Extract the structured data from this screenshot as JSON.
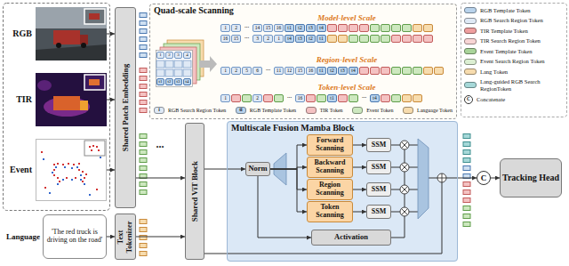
{
  "diagram": {
    "nodes": [
      {
        "text": [
          "RGB"
        ]
      },
      {
        "text": [
          "TIR"
        ]
      },
      {
        "text": [
          "Event"
        ]
      },
      {
        "text": [
          "Language",
          "'The red truck is driving on the road'"
        ]
      },
      {
        "text": [
          "Shared Patch Embedding"
        ]
      },
      {
        "text": [
          "Text Tokenizer"
        ]
      },
      {
        "text": [
          "Quad-scale Scanning"
        ]
      },
      {
        "text": [
          "Shared ViT Block"
        ]
      },
      {
        "text": [
          "Multiscale Fusion Mamba Block"
        ]
      },
      {
        "text": [
          "Norm"
        ],
        "in": 8
      },
      {
        "text": [
          "Forward Scanning"
        ],
        "in": 8
      },
      {
        "text": [
          "Backward Scanning"
        ],
        "in": 8
      },
      {
        "text": [
          "Region Scanning"
        ],
        "in": 8
      },
      {
        "text": [
          "Token Scanning"
        ],
        "in": 8
      },
      {
        "text": [
          "SSM"
        ],
        "in": 8
      },
      {
        "text": [
          "SSM"
        ],
        "in": 8
      },
      {
        "text": [
          "SSM"
        ],
        "in": 8
      },
      {
        "text": [
          "SSM"
        ],
        "in": 8
      },
      {
        "text": [
          "Activation"
        ],
        "in": 8
      },
      {
        "text": [
          "C"
        ]
      },
      {
        "text": [
          "Tracking Head"
        ]
      }
    ],
    "edges": [
      {
        "from": 0,
        "to": 4,
        "arrow": "to"
      },
      {
        "from": 1,
        "to": 4,
        "arrow": "to"
      },
      {
        "from": 2,
        "to": 4,
        "arrow": "to"
      },
      {
        "from": 3,
        "to": 5,
        "arrow": "to"
      },
      {
        "from": 4,
        "to": 7,
        "arrow": "to"
      },
      {
        "from": 5,
        "to": 7,
        "arrow": "to"
      },
      {
        "from": 7,
        "to": 9,
        "arrow": "to"
      },
      {
        "from": 9,
        "to": 10,
        "arrow": "to"
      },
      {
        "from": 9,
        "to": 11,
        "arrow": "to"
      },
      {
        "from": 9,
        "to": 12,
        "arrow": "to"
      },
      {
        "from": 9,
        "to": 13,
        "arrow": "to"
      },
      {
        "from": 10,
        "to": 14,
        "arrow": "to"
      },
      {
        "from": 11,
        "to": 15,
        "arrow": "to"
      },
      {
        "from": 12,
        "to": 16,
        "arrow": "to"
      },
      {
        "from": 13,
        "to": 17,
        "arrow": "to"
      },
      {
        "from": 9,
        "to": 18,
        "arrow": "to"
      },
      {
        "from": 8,
        "to": 19,
        "arrow": "to"
      },
      {
        "from": 19,
        "to": 20,
        "arrow": "to"
      }
    ],
    "labels": [
      "Model-level Scale",
      "Region-level Scale",
      "Token-level Scale",
      "...",
      "i",
      "ti",
      "C",
      "1",
      "2",
      "...",
      "14",
      "15",
      "16",
      "t1",
      "t2",
      "t3",
      "t4",
      "16",
      "15",
      "...",
      "3",
      "2",
      "1",
      "t4",
      "t3",
      "t2",
      "t1",
      "1",
      "2",
      "5",
      "6",
      "...",
      "11",
      "12",
      "15",
      "16",
      "t1",
      "t2",
      "t3",
      "t4",
      "1",
      "2",
      "...",
      "16",
      "t1",
      "...",
      "t4",
      "1",
      "2",
      "3",
      "4",
      "t1",
      "t2",
      "t3",
      "t4"
    ],
    "legend": [
      {
        "text": "RGB Template Token",
        "color": "#b9d3ec"
      },
      {
        "text": "RGB Search Region Token",
        "color": "#dfe9f5"
      },
      {
        "text": "TIR Template Token",
        "color": "#ef9f9f"
      },
      {
        "text": "TIR Search Region Token",
        "color": "#f8d5d5"
      },
      {
        "text": "Event Template Token",
        "color": "#a9d49a"
      },
      {
        "text": "Event Search Region Token",
        "color": "#dcefd2"
      },
      {
        "text": "Lang Token",
        "color": "#f7dcae"
      },
      {
        "text": "Lang-guided RGB Search RegionToken",
        "color": "#a6d8d8"
      },
      {
        "text": "Concatenate"
      },
      {
        "text": "RGB Search Region Token",
        "color": "#dfe9f5"
      },
      {
        "text": "RGB Template Token",
        "color": "#b9d3ec"
      },
      {
        "text": "TIR Token",
        "color": "#f4c2c2"
      },
      {
        "text": "Event Token",
        "color": "#cde8bf"
      },
      {
        "text": "Language Token",
        "color": "#f7dcae"
      }
    ]
  }
}
